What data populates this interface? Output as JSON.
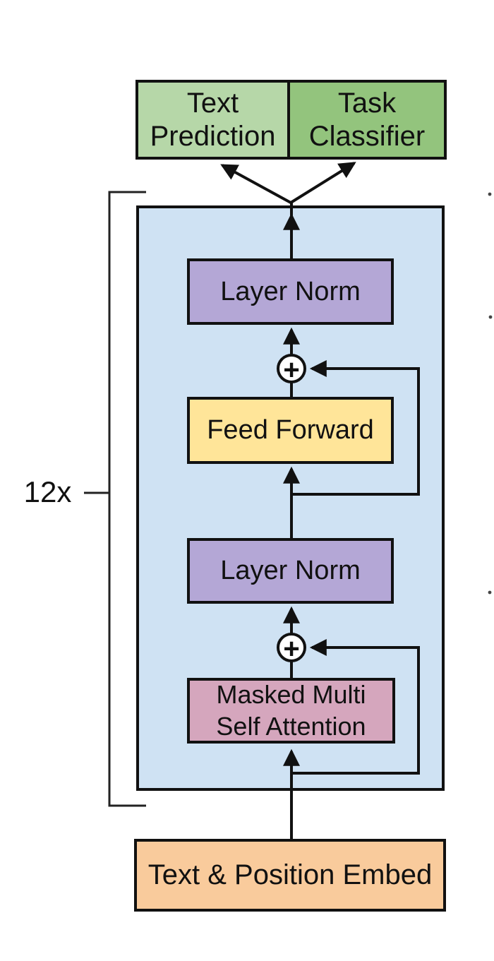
{
  "diagram": {
    "title_semantic": "Transformer decoder architecture (GPT)",
    "repeat_label": "12x",
    "plus": "+",
    "heads": {
      "text_prediction": {
        "lines": [
          "Text",
          "Prediction"
        ]
      },
      "task_classifier": {
        "lines": [
          "Task",
          "Classifier"
        ]
      }
    },
    "blocks": {
      "layer_norm_top": {
        "label": "Layer Norm"
      },
      "feed_forward": {
        "label": "Feed Forward"
      },
      "layer_norm_bottom": {
        "label": "Layer Norm"
      },
      "masked_attention": {
        "lines": [
          "Masked Multi",
          "Self Attention"
        ]
      },
      "embedding": {
        "label": "Text & Position Embed"
      }
    },
    "colors": {
      "text_prediction_bg": "#b6d7a8",
      "task_classifier_bg": "#93c47d",
      "transformer_block_bg": "#cfe2f3",
      "layer_norm_bg": "#b4a7d6",
      "feed_forward_bg": "#ffe599",
      "masked_attention_bg": "#d5a6bd",
      "embedding_bg": "#f9cb9c",
      "line_color": "#111111"
    }
  }
}
